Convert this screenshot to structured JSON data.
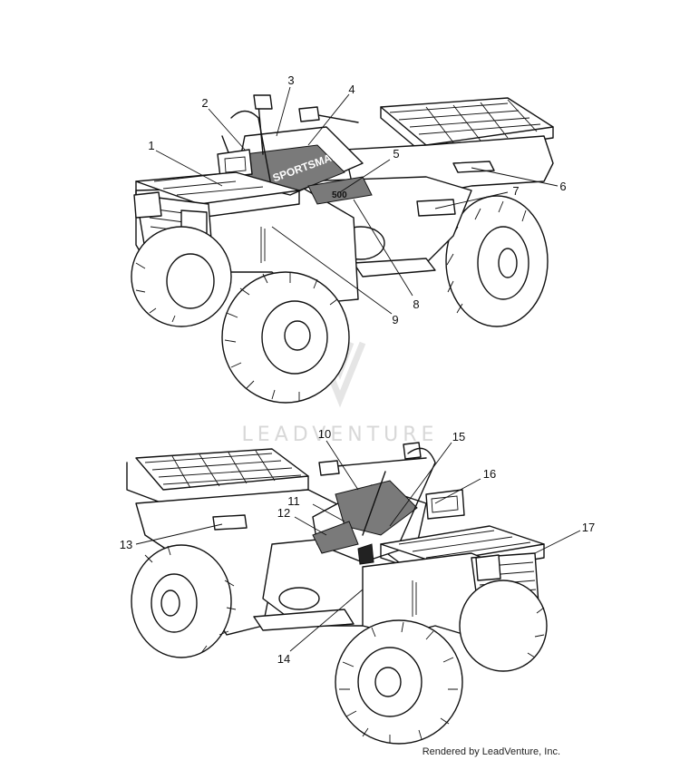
{
  "watermark": {
    "text": "LEADVENTURE"
  },
  "credit": {
    "text": "Rendered by LeadVenture, Inc."
  },
  "callouts": [
    "1",
    "2",
    "3",
    "4",
    "5",
    "6",
    "7",
    "8",
    "9",
    "10",
    "11",
    "12",
    "13",
    "14",
    "15",
    "16",
    "17"
  ],
  "decal_labels": {
    "dash_text": "SPORTSMAN",
    "panel_text": "500"
  }
}
